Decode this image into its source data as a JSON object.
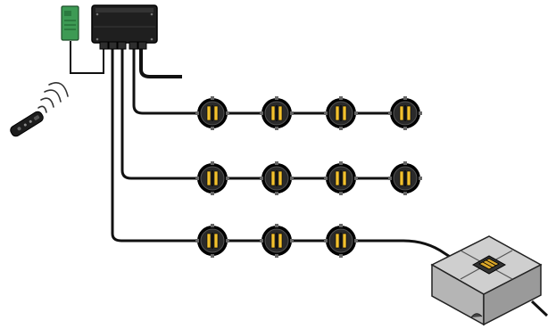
{
  "diagram": {
    "components": {
      "control_box": "control-box",
      "receiver": "receiver-module",
      "remote": "remote-control",
      "junction_box": "junction-box"
    },
    "branches": [
      {
        "name": "branch-top",
        "light_count": 4
      },
      {
        "name": "branch-middle",
        "light_count": 4
      },
      {
        "name": "branch-bottom",
        "light_count": 3
      }
    ],
    "colors": {
      "cable": "#111111",
      "light_body": "#2a2a2a",
      "light_rim": "#000000",
      "light_lens": "#f2c12e",
      "control_box": "#1f1f1f",
      "receiver": "#3d9a54",
      "junction_top": "#cfcfcf",
      "junction_side": "#9a9a9a",
      "junction_front": "#b5b5b5"
    },
    "icons": [
      "signal-waves-icon"
    ]
  }
}
